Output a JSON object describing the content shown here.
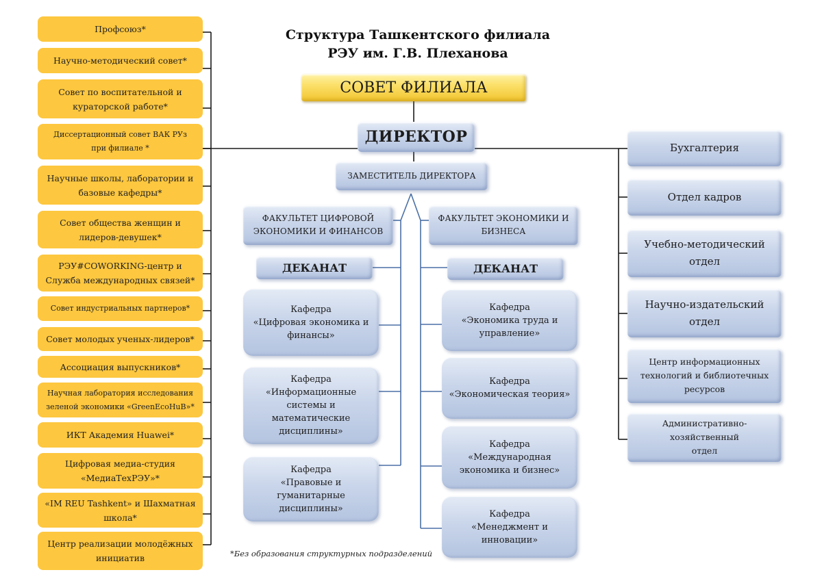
{
  "title": "Структура Ташкентского филиала\nРЭУ им. Г.В. Плеханова",
  "colors": {
    "yellow_box": "#fdc73f",
    "gold_box": "#f2c52f",
    "blue_box": "#c9d5ea",
    "blue_line": "#4a6fa5",
    "black_line": "#1a1a1a"
  },
  "council": "СОВЕТ ФИЛИАЛА",
  "director": "ДИРЕКТОР",
  "deputy": "ЗАМЕСТИТЕЛЬ ДИРЕКТОРА",
  "left_units": [
    "Профсоюз*",
    "Научно-методический совет*",
    "Совет по воспитательной и\nкураторской работе*",
    "Диссертационный совет ВАК РУз\nпри филиале *",
    "Научные школы, лаборатории и\nбазовые кафедры*",
    "Совет общества женщин и\nлидеров-девушек*",
    "РЭУ#COWORKING-центр и\nСлужба международных связей*",
    "Совет индустриальных партнеров*",
    "Совет молодых ученых-лидеров*",
    "Ассоциация выпускников*",
    "Научная лаборатория исследования\nзеленой экономики «GreenEcoHuB»*",
    "ИКТ Академия Huawei*",
    "Цифровая медиа-студия\n«МедиаТехРЭУ»*",
    "«IM REU Tashkent» и  Шахматная\nшкола*",
    "Центр реализации молодёжных\nинициатив"
  ],
  "faculty_left": {
    "name": "ФАКУЛЬТЕТ ЦИФРОВОЙ\nЭКОНОМИКИ И ФИНАНСОВ",
    "deanery": "ДЕКАНАТ",
    "departments": [
      "Кафедра\n«Цифровая экономика и\nфинансы»",
      "Кафедра\n«Информационные\nсистемы и\nматематические\nдисциплины»",
      "Кафедра\n«Правовые и\nгуманитарные\nдисциплины»"
    ]
  },
  "faculty_right": {
    "name": "ФАКУЛЬТЕТ ЭКОНОМИКИ И\nБИЗНЕСА",
    "deanery": "ДЕКАНАТ",
    "departments": [
      "Кафедра\n«Экономика труда и\nуправление»",
      "Кафедра\n«Экономическая теория»",
      "Кафедра\n«Международная\nэкономика и бизнес»",
      "Кафедра\n«Менеджмент и\nинновации»"
    ]
  },
  "right_units": [
    "Бухгалтерия",
    "Отдел кадров",
    "Учебно-методический\nотдел",
    "Научно-издательский\nотдел",
    "Центр информационных\nтехнологий и библиотечных\nресурсов",
    "Административно-\nхозяйственный\nотдел"
  ],
  "footnote": "*Без образования структурных подразделений"
}
